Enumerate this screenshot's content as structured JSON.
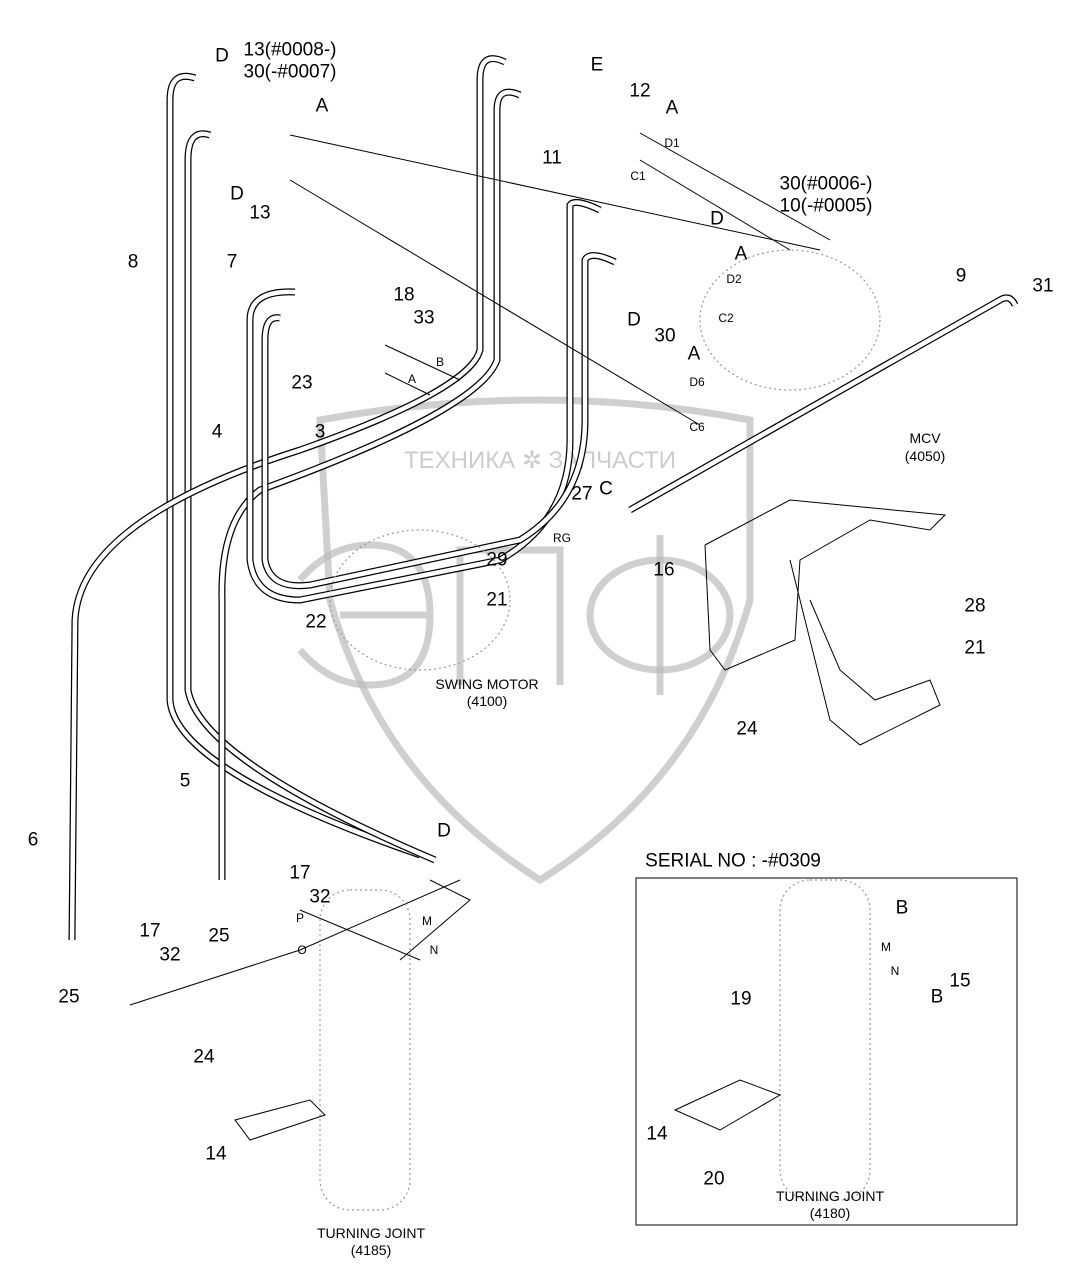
{
  "callouts": [
    "D",
    "13(#0008-)",
    "30(-#0007)",
    "A",
    "D",
    "13",
    "8",
    "7",
    "E",
    "12",
    "A",
    "D1",
    "11",
    "C1",
    "30(#0006-)",
    "10(-#0005)",
    "D",
    "A",
    "D2",
    "D",
    "30",
    "C2",
    "A",
    "D6",
    "C6",
    "18",
    "33",
    "B",
    "A",
    "23",
    "4",
    "3",
    "9",
    "31",
    "MCV",
    "(4050)",
    "27",
    "C",
    "RG",
    "29",
    "21",
    "22",
    "16",
    "28",
    "21",
    "SWING MOTOR",
    "(4100)",
    "24",
    "5",
    "6",
    "D",
    "17",
    "32",
    "P",
    "M",
    "N",
    "O",
    "25",
    "17",
    "32",
    "25",
    "24",
    "14",
    "TURNING JOINT",
    "(4185)"
  ],
  "inset": {
    "title": "SERIAL NO : -#0309",
    "callouts": [
      "B",
      "M",
      "N",
      "15",
      "B",
      "19",
      "14",
      "20",
      "TURNING JOINT",
      "(4180)"
    ]
  },
  "watermark": {
    "top_text": "ТЕХНИКА ✲ ЗАПЧАСТИ",
    "logo_text": "ЭПФ"
  }
}
